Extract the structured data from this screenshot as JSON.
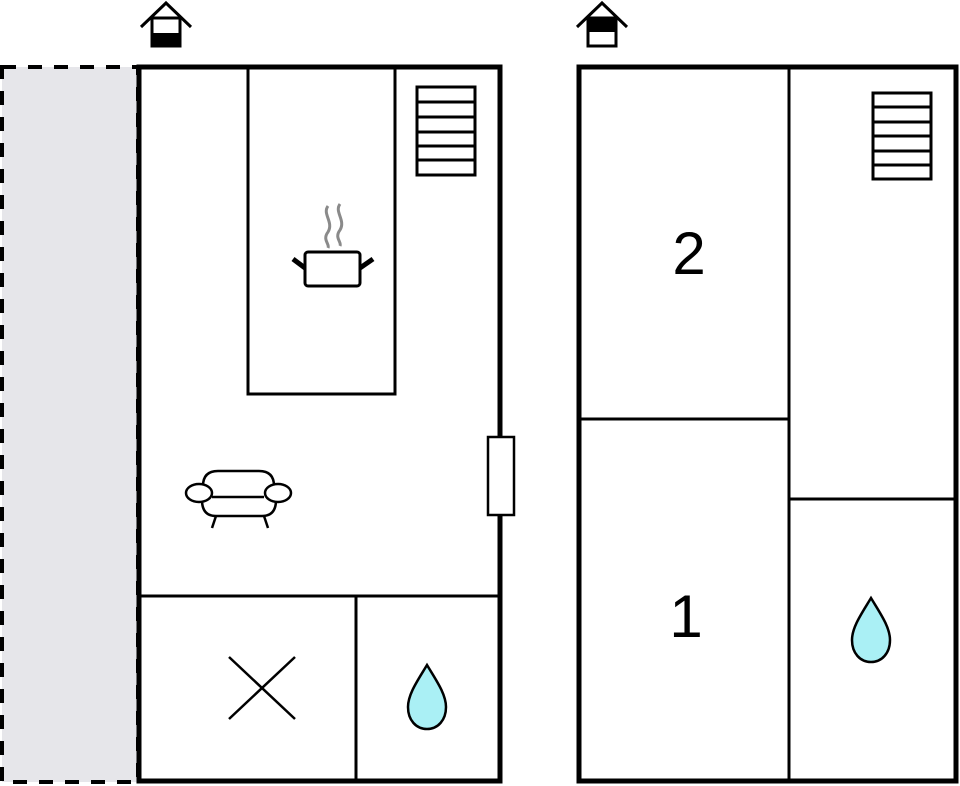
{
  "plan": {
    "ground_floor": {
      "level_icon": "house-ground-floor-icon",
      "terrace_color": "#e6e6ea",
      "rooms": [
        {
          "id": "kitchen",
          "icon": "cooking-pot-icon"
        },
        {
          "id": "living-room",
          "icon": "armchair-icon"
        },
        {
          "id": "storage",
          "icon": "cross-icon"
        },
        {
          "id": "bathroom",
          "icon": "water-drop-icon"
        }
      ],
      "stairs_icon": "stairs-icon",
      "door_icon": "door-icon"
    },
    "first_floor": {
      "level_icon": "house-first-floor-icon",
      "rooms": [
        {
          "id": "bedroom-2",
          "label": "2"
        },
        {
          "id": "bedroom-1",
          "label": "1"
        },
        {
          "id": "landing",
          "icon": "stairs-icon"
        },
        {
          "id": "bathroom",
          "icon": "water-drop-icon"
        }
      ]
    },
    "colors": {
      "water": "#aaf0f5",
      "steam": "#8a8a8a",
      "wall": "#000000"
    }
  }
}
